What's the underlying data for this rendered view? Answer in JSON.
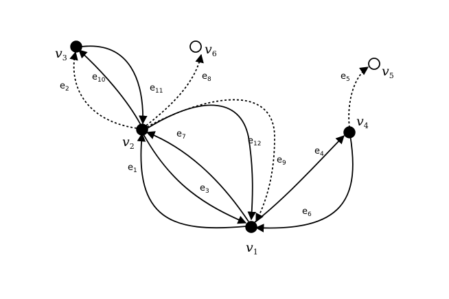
{
  "colors": {
    "ink": "#000000",
    "background": "#ffffff"
  },
  "graph": {
    "vertices": [
      {
        "id": "v1",
        "base": "v",
        "sub": "1",
        "filled": true
      },
      {
        "id": "v2",
        "base": "v",
        "sub": "2",
        "filled": true
      },
      {
        "id": "v3",
        "base": "v",
        "sub": "3",
        "filled": true
      },
      {
        "id": "v4",
        "base": "v",
        "sub": "4",
        "filled": true
      },
      {
        "id": "v5",
        "base": "v",
        "sub": "5",
        "filled": false
      },
      {
        "id": "v6",
        "base": "v",
        "sub": "6",
        "filled": false
      }
    ],
    "edges": [
      {
        "id": "e1",
        "base": "e",
        "sub": "1",
        "from": "v1",
        "to": "v2",
        "style": "solid"
      },
      {
        "id": "e2",
        "base": "e",
        "sub": "2",
        "from": "v2",
        "to": "v3",
        "style": "dashed"
      },
      {
        "id": "e3",
        "base": "e",
        "sub": "3",
        "from": "v2",
        "to": "v1",
        "style": "solid"
      },
      {
        "id": "e4",
        "base": "e",
        "sub": "4",
        "from": "v1",
        "to": "v4",
        "style": "solid"
      },
      {
        "id": "e5",
        "base": "e",
        "sub": "5",
        "from": "v4",
        "to": "v5",
        "style": "dashed"
      },
      {
        "id": "e6",
        "base": "e",
        "sub": "6",
        "from": "v4",
        "to": "v1",
        "style": "solid"
      },
      {
        "id": "e7",
        "base": "e",
        "sub": "7",
        "from": "v1",
        "to": "v2",
        "style": "solid"
      },
      {
        "id": "e8",
        "base": "e",
        "sub": "8",
        "from": "v2",
        "to": "v6",
        "style": "dashed"
      },
      {
        "id": "e9",
        "base": "e",
        "sub": "9",
        "from": "v2",
        "to": "v1",
        "style": "dashed"
      },
      {
        "id": "e10",
        "base": "e",
        "sub": "10",
        "from": "v2",
        "to": "v3",
        "style": "solid"
      },
      {
        "id": "e11",
        "base": "e",
        "sub": "11",
        "from": "v3",
        "to": "v2",
        "style": "solid"
      },
      {
        "id": "e12",
        "base": "e",
        "sub": "12",
        "from": "v2",
        "to": "v1",
        "style": "solid"
      }
    ]
  }
}
